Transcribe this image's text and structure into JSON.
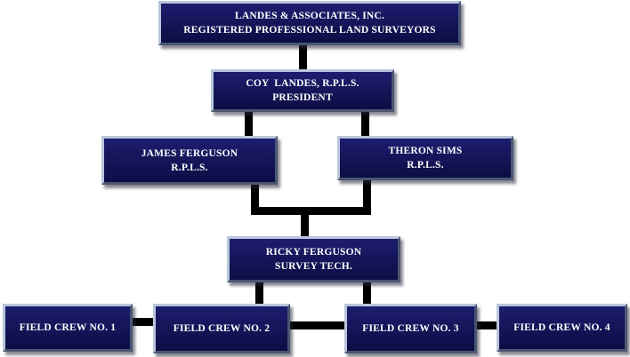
{
  "org_chart": {
    "company": {
      "name": "LANDES & ASSOCIATES, INC.",
      "tagline": "REGISTERED PROFESSIONAL LAND SURVEYORS"
    },
    "president": {
      "name": "COY  LANDES, R.P.L.S.",
      "title": "PRESIDENT"
    },
    "surveyors": [
      {
        "name": "JAMES FERGUSON",
        "title": "R.P.L.S."
      },
      {
        "name": "THERON SIMS",
        "title": "R.P.L.S."
      }
    ],
    "tech": {
      "name": "RICKY FERGUSON",
      "title": "SURVEY TECH."
    },
    "crews": [
      {
        "label": "FIELD CREW NO. 1"
      },
      {
        "label": "FIELD CREW NO. 2"
      },
      {
        "label": "FIELD CREW NO. 3"
      },
      {
        "label": "FIELD CREW NO. 4"
      }
    ]
  },
  "colors": {
    "box_fill": "#141457",
    "connector": "#000000",
    "text": "#ffffff",
    "border_light": "#b9c6da",
    "border_dark": "#4a5670"
  }
}
